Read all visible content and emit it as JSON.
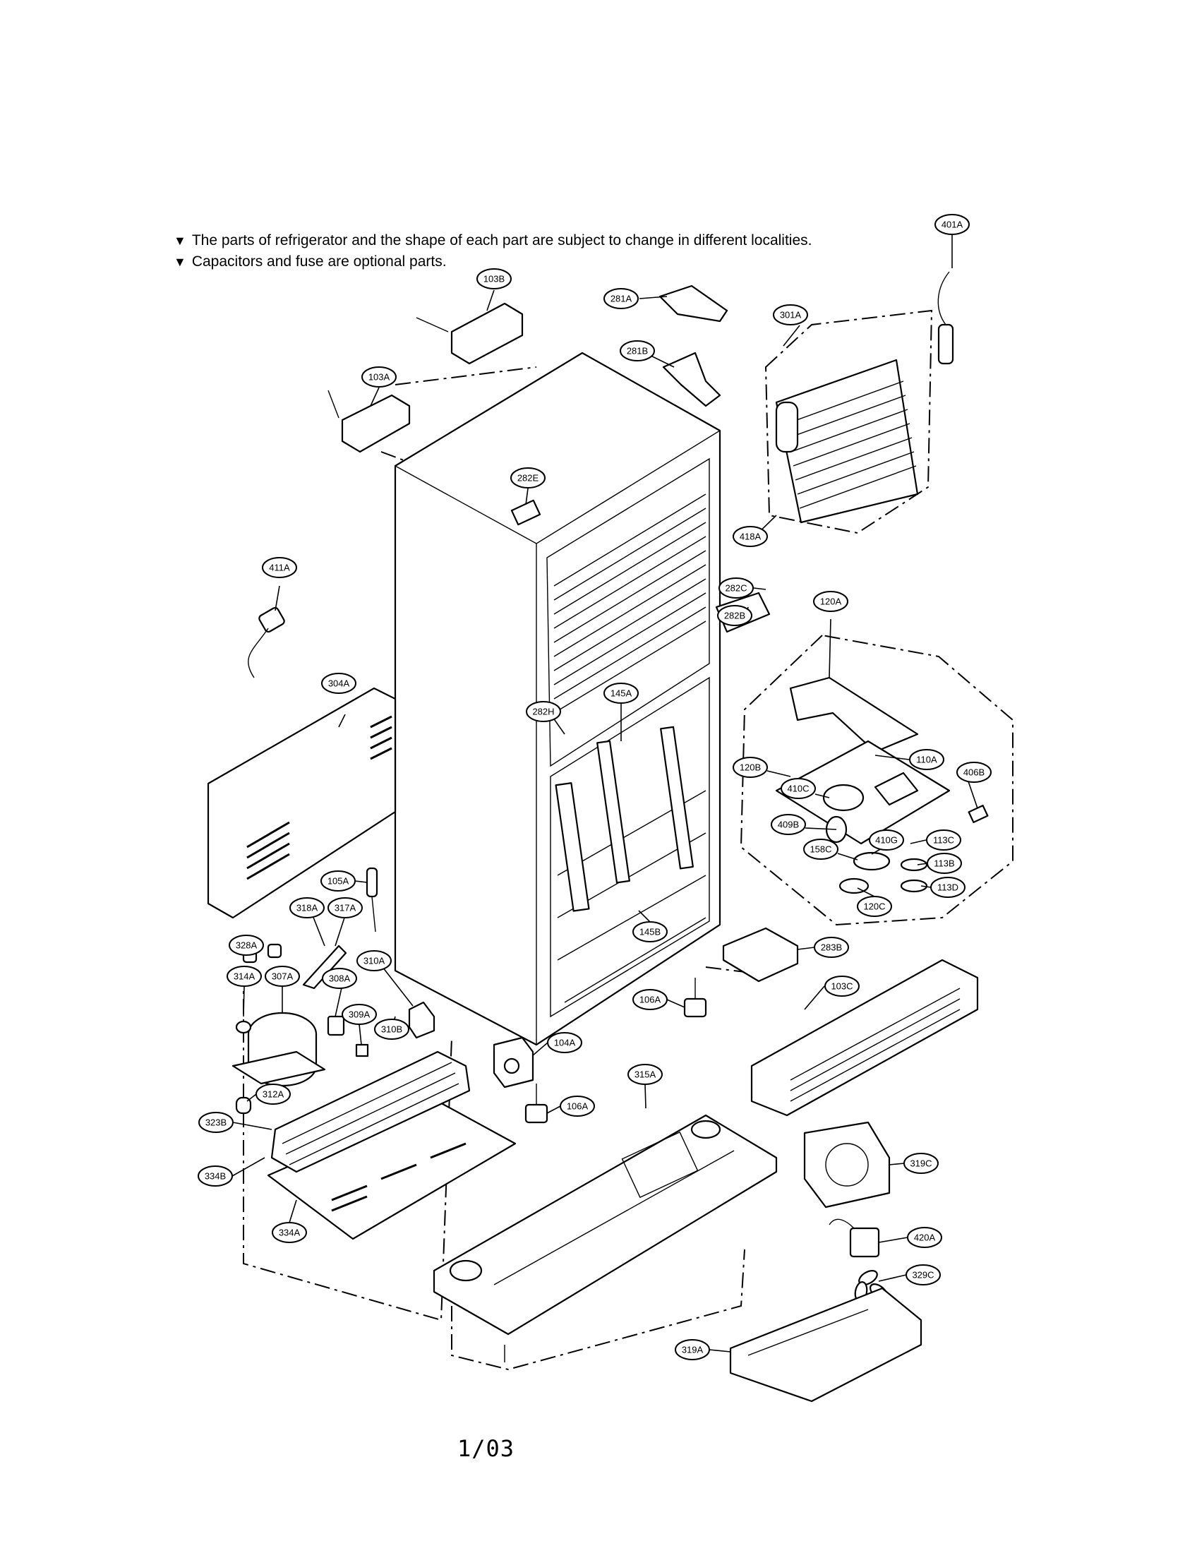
{
  "notes": [
    "The parts of refrigerator and the shape of each part are subject to change in different localities.",
    "Capacitors and fuse are optional parts."
  ],
  "note_marker": "▼",
  "labels": {
    "l401A": "401A",
    "l281A": "281A",
    "l301A": "301A",
    "l103B": "103B",
    "l281B": "281B",
    "l103A": "103A",
    "l282E": "282E",
    "l418A": "418A",
    "l411A": "411A",
    "l282C": "282C",
    "l120A": "120A",
    "l282B": "282B",
    "l304A": "304A",
    "l145A": "145A",
    "l282H": "282H",
    "l110A": "110A",
    "l120B": "120B",
    "l410C": "410C",
    "l406B": "406B",
    "l409B": "409B",
    "l113C": "113C",
    "l158C": "158C",
    "l410G": "410G",
    "l113B": "113B",
    "l113D": "113D",
    "l120C": "120C",
    "l105A": "105A",
    "l318A": "318A",
    "l317A": "317A",
    "l145B": "145B",
    "l328A": "328A",
    "l283B": "283B",
    "l310A": "310A",
    "l314A": "314A",
    "l307A": "307A",
    "l308A": "308A",
    "l106A1": "106A",
    "l103C": "103C",
    "l309A": "309A",
    "l310B": "310B",
    "l104A": "104A",
    "l315A": "315A",
    "l312A": "312A",
    "l106A2": "106A",
    "l323B": "323B",
    "l319C": "319C",
    "l334B": "334B",
    "l334A": "334A",
    "l420A": "420A",
    "l329C": "329C",
    "l319A": "319A"
  },
  "page_number": "1/03"
}
